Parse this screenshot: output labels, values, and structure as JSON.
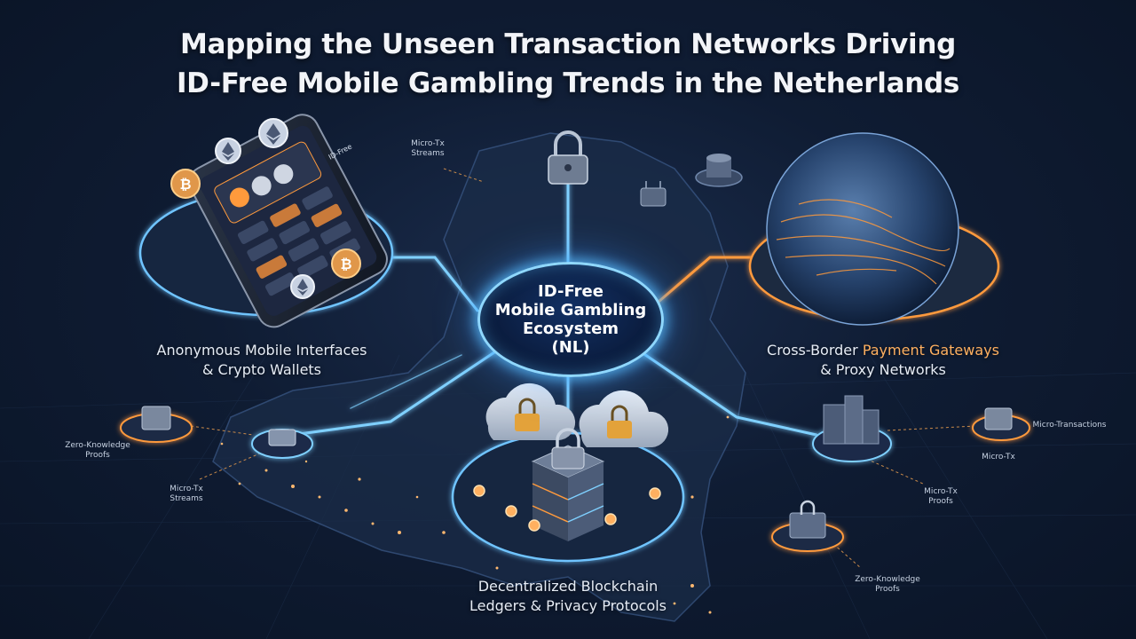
{
  "title": {
    "line1": "Mapping the Unseen Transaction Networks Driving",
    "line2": "ID-Free Mobile Gambling Trends in the Netherlands"
  },
  "hub": {
    "line1": "ID-Free",
    "line2": "Mobile Gambling",
    "line3": "Ecosystem",
    "line4": "(NL)"
  },
  "nodes": {
    "mobile": {
      "line1": "Anonymous Mobile Interfaces",
      "line2": "& Crypto Wallets"
    },
    "payment": {
      "line1_a": "Cross-Border ",
      "line1_b": "Payment Gateways",
      "line2": "& Proxy Networks"
    },
    "blockchain": {
      "line1": "Decentralized Blockchain",
      "line2": "Ledgers & Privacy Protocols"
    }
  },
  "small_labels": {
    "micro_top_1": "Micro-Tx",
    "micro_top_2": "Streams",
    "zk_left_1": "Zero-Knowledge",
    "zk_left_2": "Proofs",
    "micro_left_1": "Micro-Tx",
    "micro_left_2": "Streams",
    "micro_trans": "Micro-Transactions",
    "micro_tx_r": "Micro-Tx",
    "micro_r2_1": "Micro-Tx",
    "micro_r2_2": "Proofs",
    "zk_br_1": "Zero-Knowledge",
    "zk_br_2": "Proofs"
  },
  "phone_app_title": "ID-Free",
  "colors": {
    "accent_blue": "#8fd8ff",
    "accent_orange": "#ff9a3c",
    "background": "#0f1c33"
  }
}
